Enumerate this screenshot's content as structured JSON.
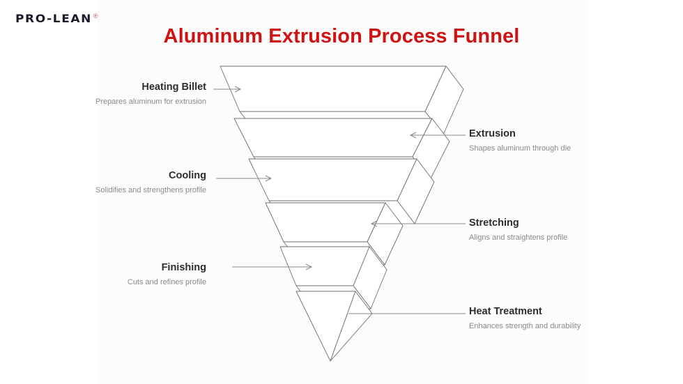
{
  "brand": {
    "logo_text": "PRO-LEAN",
    "registered_mark": "®"
  },
  "header": {
    "title": "Aluminum Extrusion Process Funnel",
    "title_color": "#cc1414"
  },
  "diagram": {
    "type": "inverted-funnel",
    "orientation": "top-wide-to-bottom-point",
    "style": "3d-line-art",
    "stroke_color": "#6e6e6e",
    "fill_color": "#ffffff",
    "stage_count": 6,
    "stages": [
      {
        "index": 1,
        "label": "Heating Billet",
        "description": "Prepares aluminum for extrusion",
        "side": "left",
        "connector": "arrow-right"
      },
      {
        "index": 2,
        "label": "Extrusion",
        "description": "Shapes aluminum through die",
        "side": "right",
        "connector": "arrow-left"
      },
      {
        "index": 3,
        "label": "Cooling",
        "description": "Solidifies and strengthens profile",
        "side": "left",
        "connector": "arrow-right"
      },
      {
        "index": 4,
        "label": "Stretching",
        "description": "Aligns and straightens profile",
        "side": "right",
        "connector": "arrow-left"
      },
      {
        "index": 5,
        "label": "Finishing",
        "description": "Cuts and refines profile",
        "side": "left",
        "connector": "arrow-right"
      },
      {
        "index": 6,
        "label": "Heat Treatment",
        "description": "Enhances strength and durability",
        "side": "right",
        "connector": "line"
      }
    ]
  }
}
